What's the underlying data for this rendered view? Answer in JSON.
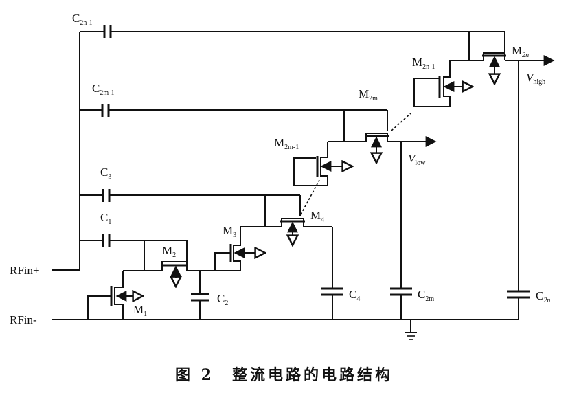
{
  "ports": {
    "rfin_plus": "RFin+",
    "rfin_minus": "RFin-",
    "v_high": {
      "sym": "V",
      "sub": "high"
    },
    "v_low": {
      "sym": "V",
      "sub": "low"
    }
  },
  "capacitors": {
    "c1": {
      "sym": "C",
      "sub": "1"
    },
    "c2": {
      "sym": "C",
      "sub": "2"
    },
    "c3": {
      "sym": "C",
      "sub": "3"
    },
    "c4": {
      "sym": "C",
      "sub": "4"
    },
    "c2m": {
      "sym": "C",
      "sub": "2m"
    },
    "c2m_1": {
      "sym": "C",
      "sub": "2m-1"
    },
    "c2n": {
      "sym": "C",
      "sub": "2n"
    },
    "c2n_1": {
      "sym": "C",
      "sub": "2n-1"
    }
  },
  "transistors": {
    "m1": {
      "sym": "M",
      "sub": "1"
    },
    "m2": {
      "sym": "M",
      "sub": "2"
    },
    "m3": {
      "sym": "M",
      "sub": "3"
    },
    "m4": {
      "sym": "M",
      "sub": "4"
    },
    "m2m_1": {
      "sym": "M",
      "sub": "2m-1"
    },
    "m2m": {
      "sym": "M",
      "sub": "2m"
    },
    "m2n_1": {
      "sym": "M",
      "sub": "2n-1"
    },
    "m2n": {
      "sym": "M",
      "sub": "2n"
    }
  },
  "caption": "图 2　整流电路的电路结构"
}
